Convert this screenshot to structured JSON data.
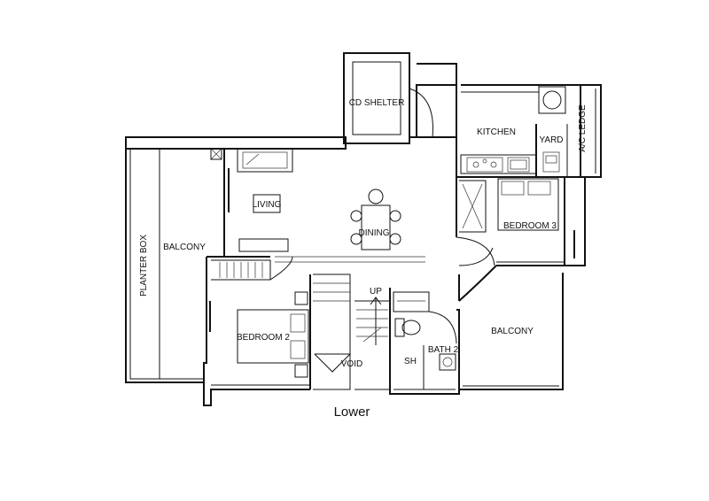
{
  "plan": {
    "caption": "Lower",
    "rooms": {
      "cd_shelter": "CD SHELTER",
      "kitchen": "KITCHEN",
      "yard": "YARD",
      "ac_ledge": "A/C LEDGE",
      "living": "LIVING",
      "dining": "DINING",
      "bedroom3": "BEDROOM 3",
      "planter_box": "PLANTER BOX",
      "balcony_left": "BALCONY",
      "bedroom2": "BEDROOM 2",
      "void": "VOID",
      "shower": "SH",
      "bath2": "BATH 2",
      "balcony_right": "BALCONY",
      "stair_up": "UP"
    }
  }
}
